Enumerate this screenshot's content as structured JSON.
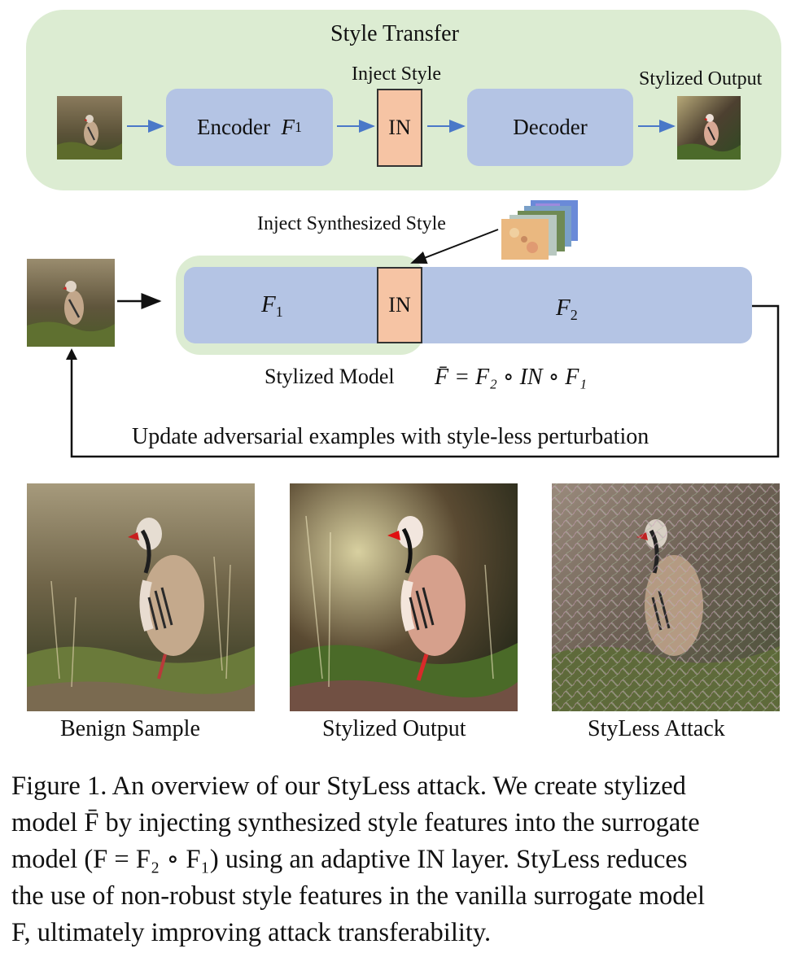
{
  "style_transfer": {
    "title": "Style Transfer",
    "inject_style_label": "Inject Style",
    "stylized_output_label": "Stylized Output",
    "encoder_label": "Encoder",
    "encoder_symbol": "F",
    "encoder_subscript": "1",
    "in_label": "IN",
    "decoder_label": "Decoder"
  },
  "stylized_model": {
    "inject_synth_label": "Inject Synthesized Style",
    "f1_symbol": "F",
    "f1_sub": "1",
    "in_label": "IN",
    "f2_symbol": "F",
    "f2_sub": "2",
    "model_label": "Stylized Model",
    "formula": "F̄ = F₂ ∘ IN ∘ F₁",
    "update_label": "Update adversarial examples with style-less perturbation"
  },
  "samples": {
    "benign_label": "Benign Sample",
    "stylized_label": "Stylized Output",
    "styless_label": "StyLess Attack"
  },
  "caption": {
    "line1": "Figure 1.  An overview of our StyLess attack.  We create stylized",
    "line2": "model F̄ by injecting synthesized style features into the surrogate",
    "line3": "model (F = F₂ ∘ F₁) using an adaptive IN layer. StyLess reduces",
    "line4": "the use of non-robust style features in the vanilla surrogate model",
    "line5": "F, ultimately improving attack transferability."
  },
  "colors": {
    "panel_green": "#dcecd2",
    "box_blue": "#b4c4e4",
    "in_orange": "#f6c4a4",
    "arrow_blue": "#4a78c8"
  }
}
